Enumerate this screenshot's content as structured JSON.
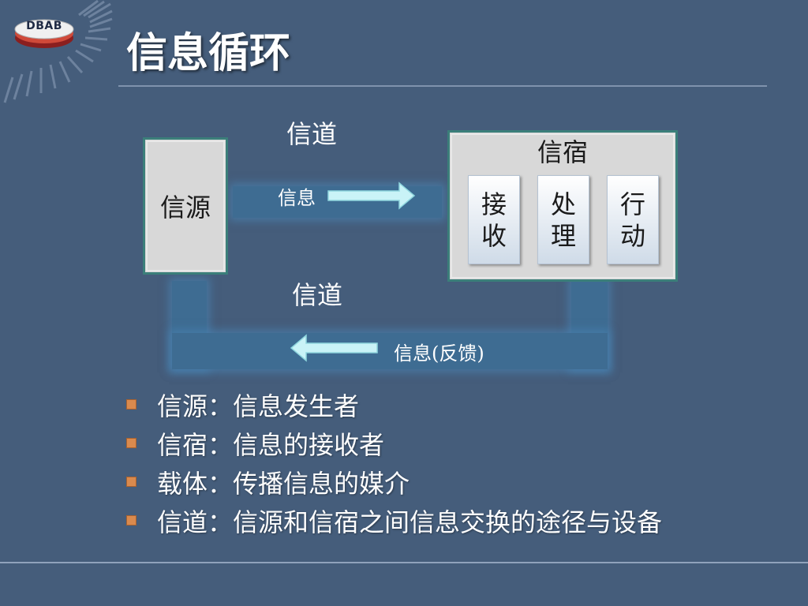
{
  "logo": {
    "text": "DBAB"
  },
  "title": "信息循环",
  "diagram": {
    "source_label": "信源",
    "sink_label": "信宿",
    "channel_top_label": "信道",
    "channel_bottom_label": "信道",
    "info_label": "信息",
    "feedback_label": "信息(反馈)",
    "sub_boxes": [
      {
        "line1": "接",
        "line2": "收"
      },
      {
        "line1": "处",
        "line2": "理"
      },
      {
        "line1": "行",
        "line2": "动"
      }
    ]
  },
  "bullets": [
    "信源：信息发生者",
    "信宿：信息的接收者",
    "载体：传播信息的媒介",
    "信道：信源和信宿之间信息交换的途径与设备"
  ],
  "colors": {
    "background": "#455d7b",
    "channel": "#3e6c92",
    "box_border": "#3b7f7a",
    "arrow": "#c9f3f7",
    "bullet_marker": "#d98a4e"
  }
}
